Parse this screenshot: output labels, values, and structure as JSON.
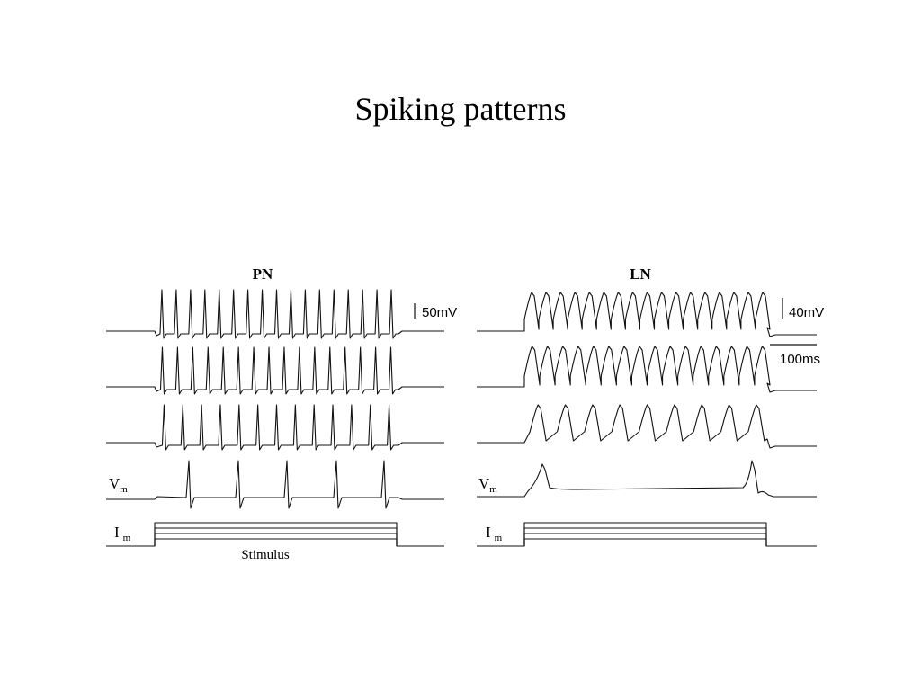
{
  "slide": {
    "title": "Spiking patterns"
  },
  "panels": [
    {
      "id": "pn",
      "title": "PN",
      "voltage_scale": "50mV",
      "vm_label": "V",
      "vm_sub": "m",
      "im_label": "I",
      "im_sub": "m",
      "stimulus_label": "Stimulus",
      "traces": [
        {
          "spikes": 17,
          "style": "sharp"
        },
        {
          "spikes": 16,
          "style": "sharp"
        },
        {
          "spikes": 13,
          "style": "sharp"
        },
        {
          "spikes": 5,
          "style": "sharp"
        }
      ],
      "current_steps": 4
    },
    {
      "id": "ln",
      "title": "LN",
      "voltage_scale": "40mV",
      "time_scale": "100ms",
      "vm_label": "V",
      "vm_sub": "m",
      "im_label": "I",
      "im_sub": "m",
      "traces": [
        {
          "spikes": 17,
          "style": "broad"
        },
        {
          "spikes": 16,
          "style": "broad"
        },
        {
          "spikes": 9,
          "style": "broad"
        },
        {
          "spikes": 2,
          "style": "broad"
        }
      ],
      "current_steps": 4
    }
  ]
}
